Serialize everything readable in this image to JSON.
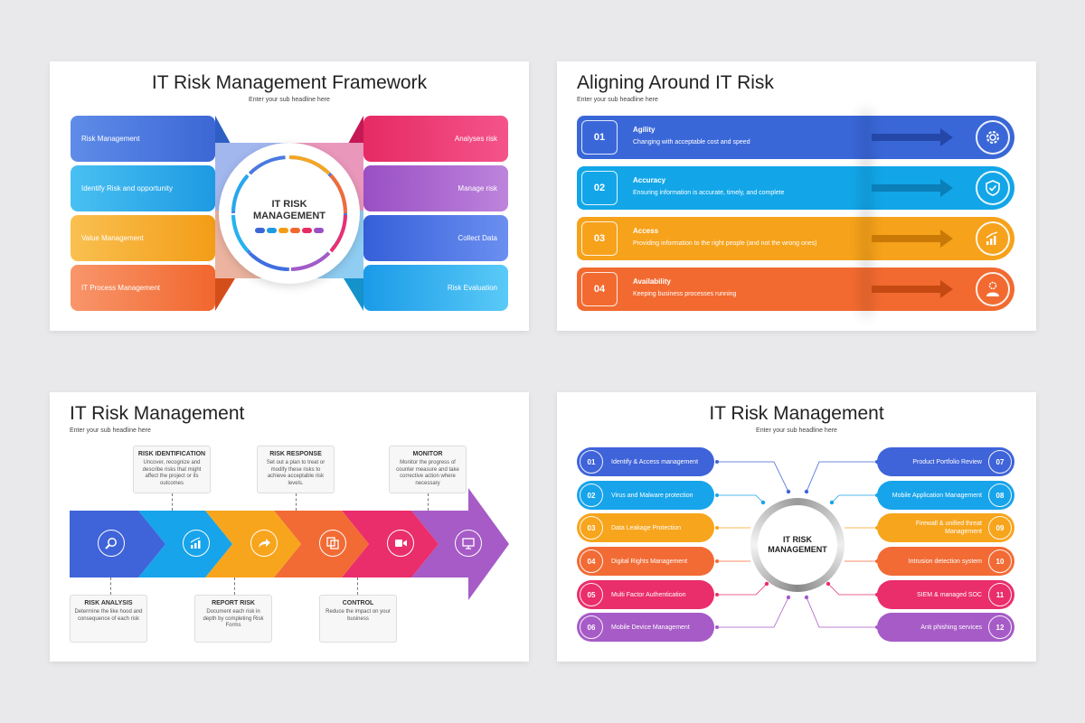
{
  "slide1": {
    "title": "IT Risk Management Framework",
    "subtitle": "Enter your sub headline here",
    "center_line1": "IT RISK",
    "center_line2": "MANAGEMENT",
    "left_items": [
      {
        "label": "Risk Management",
        "color": "#4a7ae0"
      },
      {
        "label": "Identify Risk and opportunity",
        "color": "#27a8ec"
      },
      {
        "label": "Value Management",
        "color": "#f5a623"
      },
      {
        "label": "IT Process Management",
        "color": "#f26b3a"
      }
    ],
    "right_items": [
      {
        "label": "Analyses risk",
        "color": "#e9306f"
      },
      {
        "label": "Manage risk",
        "color": "#a35bc8"
      },
      {
        "label": "Collect Data",
        "color": "#3f6fe0"
      },
      {
        "label": "Risk Evaluation",
        "color": "#22b4ef"
      }
    ]
  },
  "slide2": {
    "title": "Aligning Around IT Risk",
    "subtitle": "Enter your sub headline here",
    "rows": [
      {
        "num": "01",
        "title": "Agility",
        "desc": "Changing with acceptable cost and speed",
        "color": "#3a67d8",
        "icon": "gear-icon"
      },
      {
        "num": "02",
        "title": "Accuracy",
        "desc": "Ensuring information is accurate, timely, and complete",
        "color": "#12a6e8",
        "icon": "shield-check-icon"
      },
      {
        "num": "03",
        "title": "Access",
        "desc": "Providing information to the right people (and not the wrong ones)",
        "color": "#f6a21b",
        "icon": "growth-chart-icon"
      },
      {
        "num": "04",
        "title": "Availability",
        "desc": "Keeping business processes running",
        "color": "#f26a30",
        "icon": "user-gear-icon"
      }
    ]
  },
  "slide3": {
    "title": "IT Risk Management",
    "subtitle": "Enter your sub headline here",
    "top_cards": [
      {
        "title": "RISK IDENTIFICATION",
        "desc": "Uncover, recognize and describe risks that might affect the project or its outcomes"
      },
      {
        "title": "RISK RESPONSE",
        "desc": "Set out a plan to treat or modify these risks to achieve acceptable risk levels."
      },
      {
        "title": "MONITOR",
        "desc": "Monitor the progress of counter measure and take corrective action where necessary"
      }
    ],
    "bottom_cards": [
      {
        "title": "RISK ANALYSIS",
        "desc": "Determine the like hood and consequence of each risk"
      },
      {
        "title": "REPORT RISK",
        "desc": "Document each risk in depth by completing Risk Forms"
      },
      {
        "title": "CONTROL",
        "desc": "Reduce the impact on your business"
      }
    ],
    "steps": [
      {
        "color": "#3f63d9",
        "icon": "search-icon"
      },
      {
        "color": "#17a4ea",
        "icon": "bar-chart-icon"
      },
      {
        "color": "#f7a51d",
        "icon": "share-arrow-icon"
      },
      {
        "color": "#f26b35",
        "icon": "copy-icon"
      },
      {
        "color": "#ea2d6b",
        "icon": "video-icon"
      },
      {
        "color": "#a65bc6",
        "icon": "monitor-icon"
      }
    ]
  },
  "slide4": {
    "title": "IT Risk Management",
    "subtitle": "Enter your sub headline here",
    "center_line1": "IT RISK",
    "center_line2": "MANAGEMENT",
    "left_items": [
      {
        "num": "01",
        "label": "Identify & Access management",
        "color": "#3f63d9"
      },
      {
        "num": "02",
        "label": "Virus and Malware protection",
        "color": "#17a4ea"
      },
      {
        "num": "03",
        "label": "Data Leakage Protection",
        "color": "#f7a51d"
      },
      {
        "num": "04",
        "label": "Digital Rights Management",
        "color": "#f26b35"
      },
      {
        "num": "05",
        "label": "Multi Factor Authentication",
        "color": "#ea2d6b"
      },
      {
        "num": "06",
        "label": "Mobile Device Management",
        "color": "#a65bc6"
      }
    ],
    "right_items": [
      {
        "num": "07",
        "label": "Product Portfolio Review",
        "color": "#3f63d9"
      },
      {
        "num": "08",
        "label": "Mobile Application Management",
        "color": "#17a4ea"
      },
      {
        "num": "09",
        "label": "Firewall & unified threat Management",
        "color": "#f7a51d"
      },
      {
        "num": "10",
        "label": "Intrusion detection system",
        "color": "#f26b35"
      },
      {
        "num": "11",
        "label": "SIEM & managed SOC",
        "color": "#ea2d6b"
      },
      {
        "num": "12",
        "label": "Anti phishing services",
        "color": "#a65bc6"
      }
    ]
  }
}
